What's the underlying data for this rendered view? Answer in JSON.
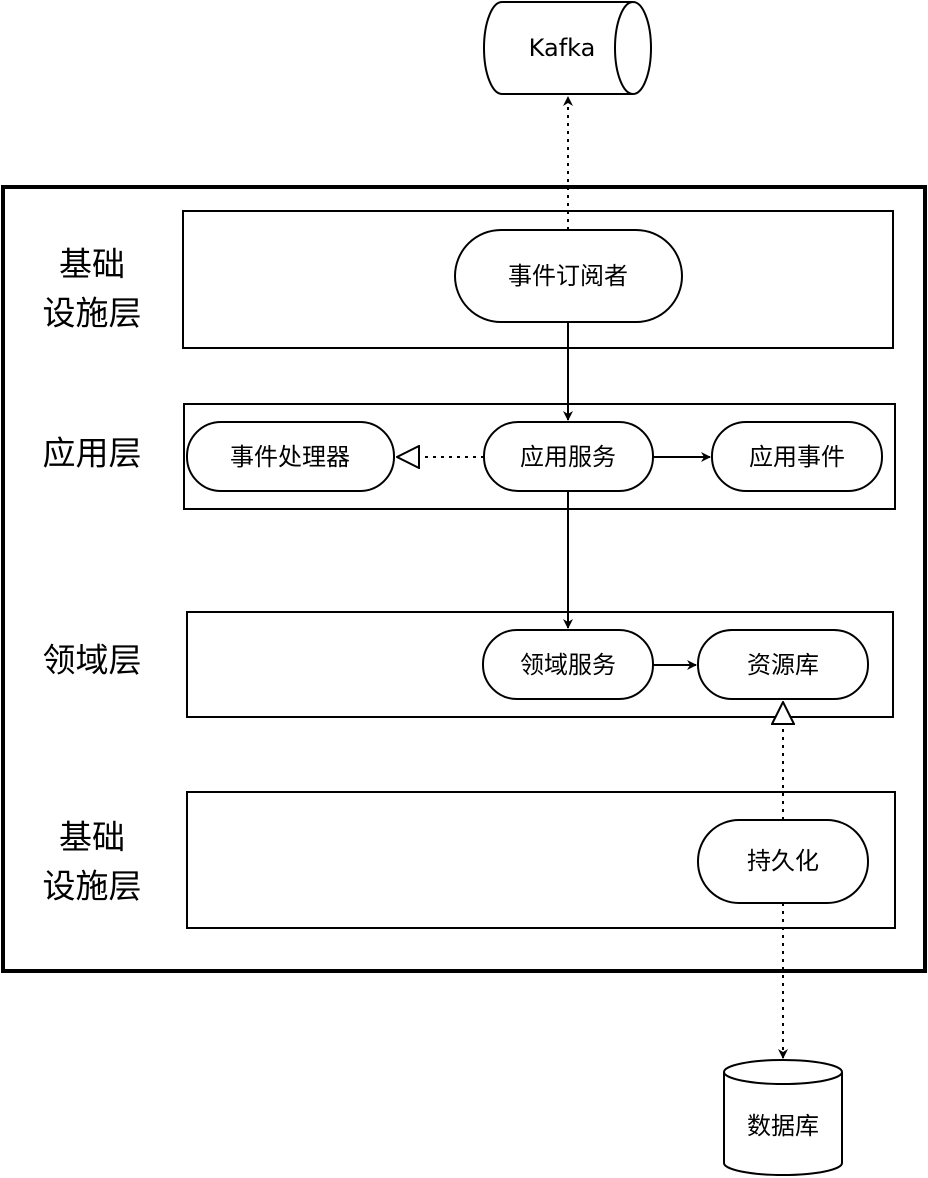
{
  "external": {
    "kafka": "Kafka",
    "database": "数据库"
  },
  "layers": {
    "infra_top": [
      "基础",
      "设施层"
    ],
    "application": "应用层",
    "domain": "领域层",
    "infra_bottom": [
      "基础",
      "设施层"
    ]
  },
  "nodes": {
    "event_subscriber": "事件订阅者",
    "event_handler": "事件处理器",
    "app_service": "应用服务",
    "app_event": "应用事件",
    "domain_service": "领域服务",
    "repository": "资源库",
    "persistence": "持久化"
  },
  "icons": {
    "queue": "cylinder-horizontal-icon",
    "db": "cylinder-vertical-icon"
  }
}
